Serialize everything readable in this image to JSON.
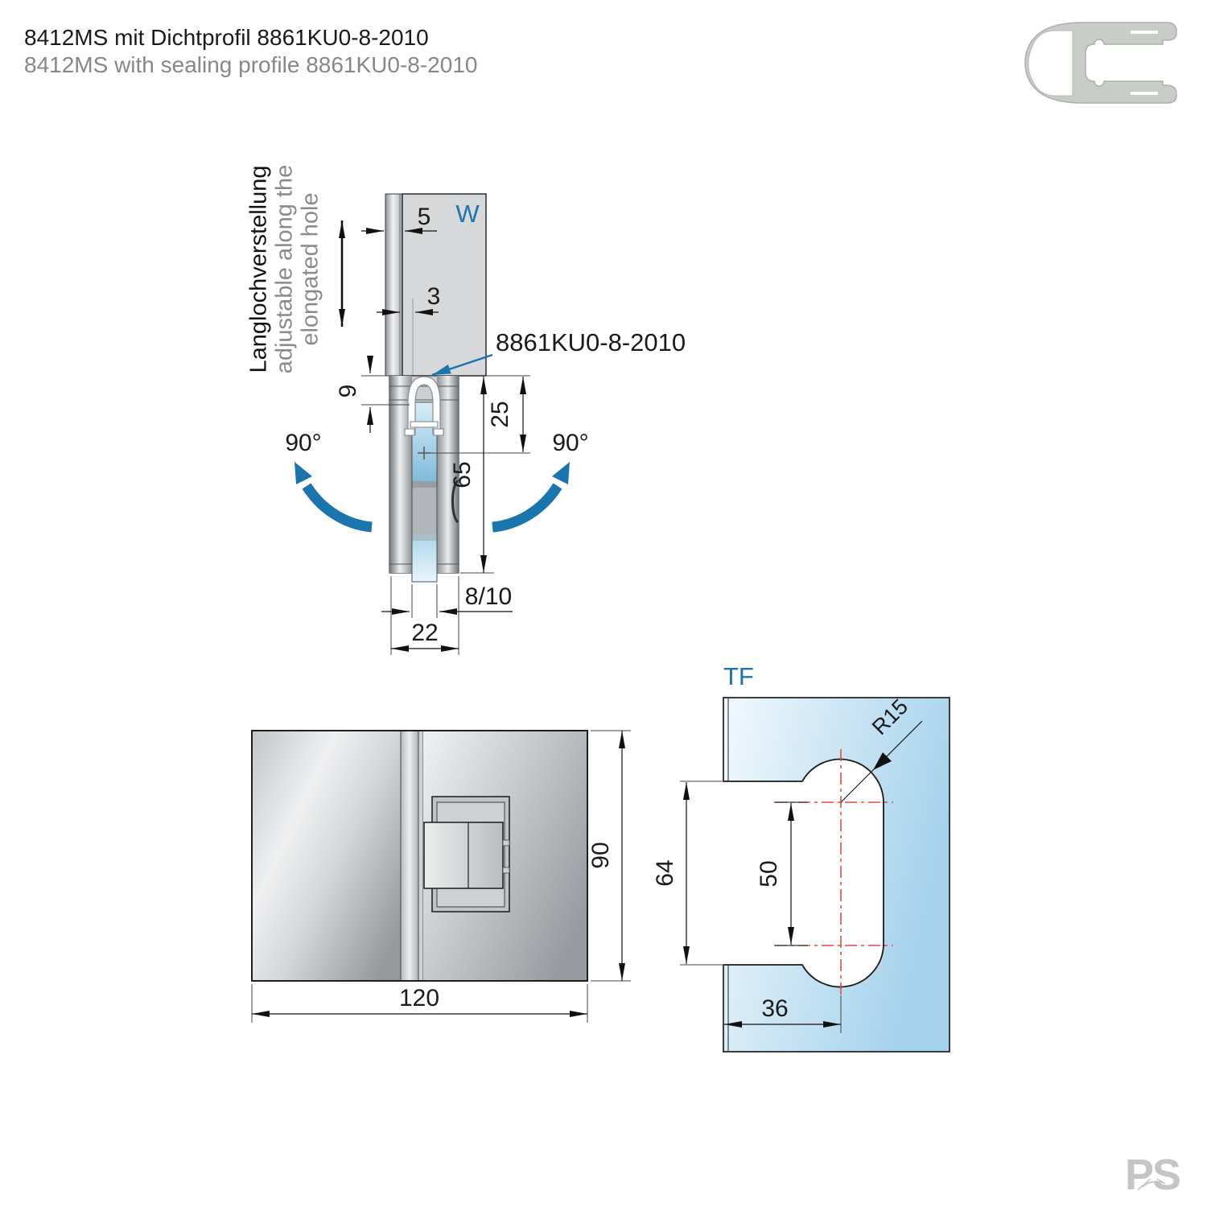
{
  "title": {
    "de": "8412MS mit Dichtprofil 8861KU0-8-2010",
    "en": "8412MS with sealing profile 8861KU0-8-2010"
  },
  "adjustment_note": {
    "de": "Langlochverstellung",
    "en_line1": "adjustable along the",
    "en_line2": "elongated hole"
  },
  "side_view": {
    "wall_label": "W",
    "seal_callout": "8861KU0-8-2010",
    "swing_angle_left": "90°",
    "swing_angle_right": "90°",
    "dims": {
      "wall_plate_thickness": "5",
      "seal_gap": "3",
      "seal_height": "9",
      "top_to_pivot": "25",
      "body_height": "65",
      "glass_thickness": "8/10",
      "body_width": "22"
    }
  },
  "front_view": {
    "dims": {
      "width": "120",
      "height": "90"
    }
  },
  "glass_cutout_view": {
    "door_label": "TF",
    "dims": {
      "corner_radius": "R15",
      "cutout_height": "64",
      "center_distance": "50",
      "cutout_depth": "36"
    }
  },
  "logo": {
    "text": "PS"
  },
  "colors": {
    "accent_blue": "#1b75ad",
    "centerline_red": "#e8493f",
    "glass_blue": "#a9d4ec",
    "metal_gray": "#d6d8da",
    "profile_icon_gray": "#c8cdc8",
    "logo_gray": "#c5c5c5"
  }
}
